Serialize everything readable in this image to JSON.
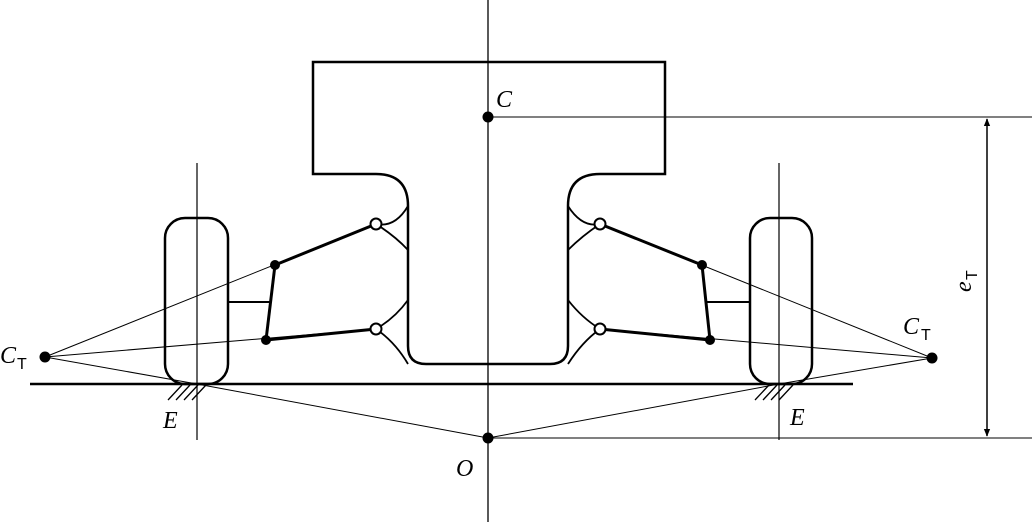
{
  "labels": {
    "C": "C",
    "CT_left": "C",
    "CT_left_sub": "T",
    "CT_right": "C",
    "CT_right_sub": "T",
    "E_left": "E",
    "E_right": "E",
    "O": "O",
    "eT": "e",
    "eT_sub": "T"
  },
  "colors": {
    "stroke": "#000000",
    "background": "#ffffff"
  }
}
